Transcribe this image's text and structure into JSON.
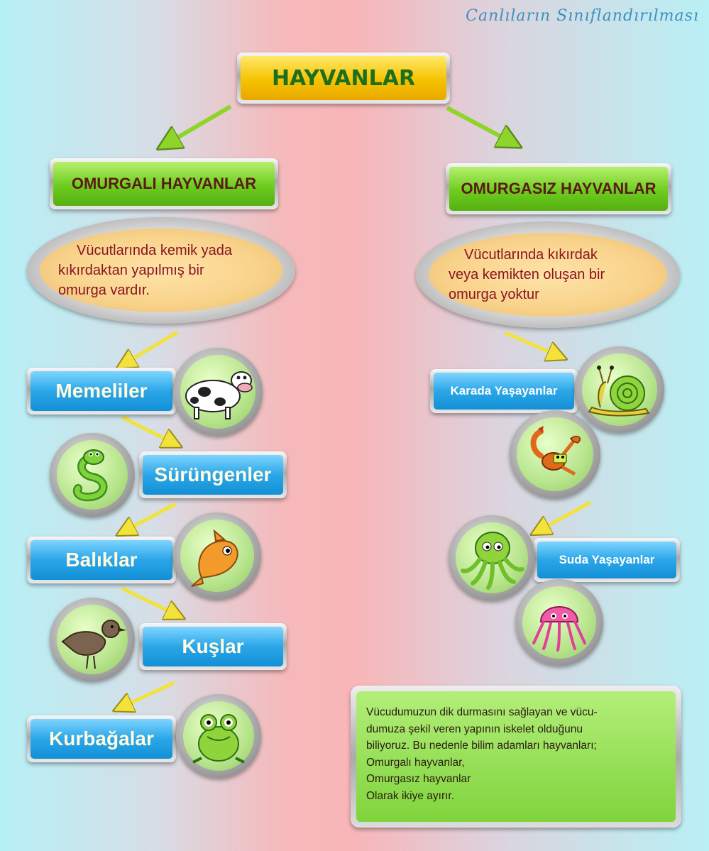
{
  "page_title": "Canlıların Sınıflandırılması",
  "root": {
    "label": "HAYVANLAR"
  },
  "branches": {
    "left": {
      "label": "OMURGALI HAYVANLAR",
      "description": [
        "Vücutlarında kemik yada",
        "kıkırdaktan yapılmış bir",
        "omurga vardır."
      ],
      "groups": [
        {
          "label": "Memeliler",
          "icon": "cow-icon"
        },
        {
          "label": "Sürüngenler",
          "icon": "snake-icon"
        },
        {
          "label": "Balıklar",
          "icon": "fish-icon"
        },
        {
          "label": "Kuşlar",
          "icon": "bird-icon"
        },
        {
          "label": "Kurbağalar",
          "icon": "frog-icon"
        }
      ]
    },
    "right": {
      "label": "OMURGASIZ HAYVANLAR",
      "description": [
        "Vücutlarında kıkırdak",
        "veya kemikten oluşan bir",
        "omurga yoktur"
      ],
      "groups": [
        {
          "label": "Karada Yaşayanlar",
          "icons": [
            "snail-icon",
            "scorpion-icon"
          ]
        },
        {
          "label": "Suda Yaşayanlar",
          "icons": [
            "octopus-icon",
            "jellyfish-icon"
          ]
        }
      ]
    }
  },
  "info_box": {
    "lines": [
      "Vücudumuzun dik durmasını sağlayan ve  vücu-",
      "dumuza şekil veren yapının iskelet olduğunu",
      "biliyoruz. Bu nedenle bilim adamları hayvanları;",
      "Omurgalı hayvanlar,",
      "Omurgasız hayvanlar",
      "Olarak ikiye ayırır."
    ]
  },
  "colors": {
    "root_box": "#f6c200",
    "branch_box": "#6dcc1e",
    "group_box": "#2aa6e8",
    "description_text": "#8a1420",
    "arrow_green": "#8fd42a",
    "arrow_yellow": "#f2e23a"
  }
}
